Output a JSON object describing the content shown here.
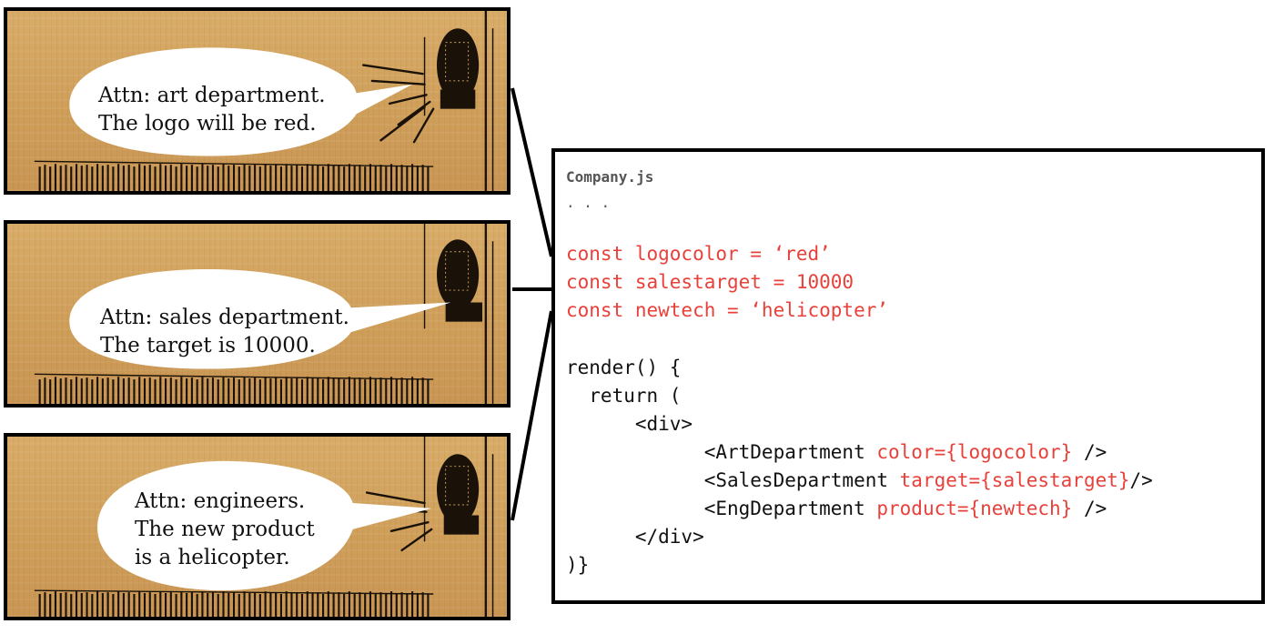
{
  "panels": [
    {
      "line1": "Attn: art department.",
      "line2": "The logo will be red."
    },
    {
      "line1": "Attn: sales department.",
      "line2": "The target is 10000."
    },
    {
      "line1": "Attn: engineers.",
      "line2": "The new product",
      "line3": "is a helicopter."
    }
  ],
  "code": {
    "filename": "Company.js",
    "ellipsis": ". . .",
    "const1": "const logocolor = ‘red’",
    "const2": "const salestarget = 10000",
    "const3": "const newtech = ‘helicopter’",
    "render": "render() {",
    "return": "  return (",
    "div_open": "      <div>",
    "art_tag": "            <ArtDepartment ",
    "art_prop": "color={logocolor}",
    "art_end": " />",
    "sales_tag": "            <SalesDepartment ",
    "sales_prop": "target={salestarget}",
    "sales_end": "/>",
    "eng_tag": "            <EngDepartment ",
    "eng_prop": "product={newtech}",
    "eng_end": " />",
    "div_close": "      </div>",
    "close": ")}"
  },
  "colors": {
    "highlight": "#e8403a",
    "cardboard": "#d4a560",
    "border": "#000000"
  }
}
